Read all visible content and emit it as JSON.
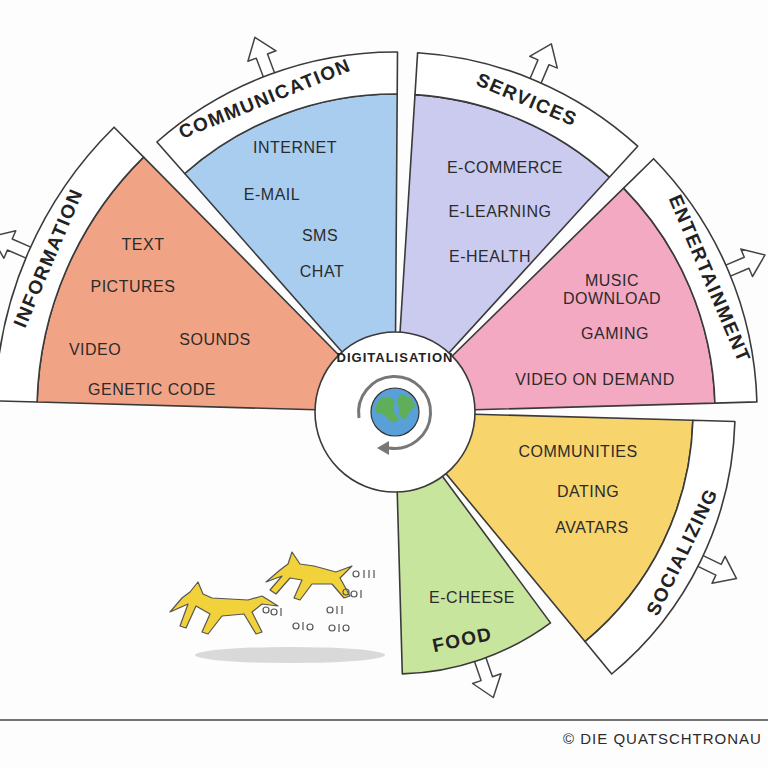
{
  "diagram": {
    "nodes": [
      {
        "text": [
          "INFORMATION",
          "TEXT",
          "PICTURES",
          "VIDEO",
          "SOUNDS",
          "GENETIC CODE"
        ]
      },
      {
        "text": [
          "COMMUNICATION",
          "INTERNET",
          "E-MAIL",
          "SMS",
          "CHAT"
        ]
      },
      {
        "text": [
          "SERVICES",
          "E-COMMERCE",
          "E-LEARNING",
          "E-HEALTH"
        ]
      },
      {
        "text": [
          "ENTERTAINMENT",
          "MUSIC DOWNLOAD",
          "GAMING",
          "VIDEO ON DEMAND"
        ]
      },
      {
        "text": [
          "SOCIALIZING",
          "COMMUNITIES",
          "DATING",
          "AVATARS"
        ]
      },
      {
        "text": [
          "E-CHEESE",
          "FOOD"
        ]
      },
      {
        "text": [
          "DIGITALISATION"
        ]
      }
    ],
    "labels": [
      "© DIE QUATSCHTRONAU"
    ]
  }
}
